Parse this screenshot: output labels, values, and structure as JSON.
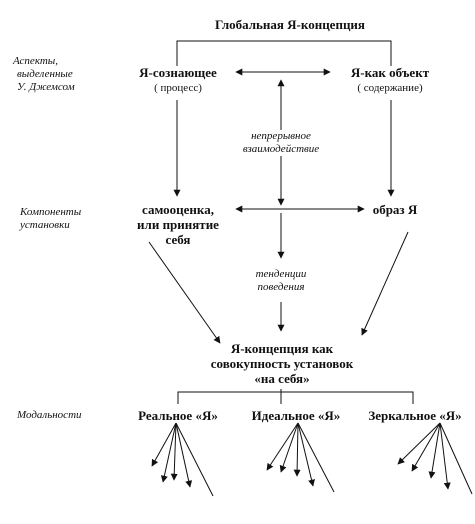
{
  "title": "Глобальная Я-концепция",
  "side_labels": {
    "aspects": [
      "Аспекты,",
      "выделенные",
      "У. Джемсом"
    ],
    "components": [
      "Компоненты",
      "установки"
    ],
    "modalities": "Модальности"
  },
  "nodes": {
    "self_knowing": "Я-сознающее",
    "self_knowing_sub": "( процесс)",
    "self_object": "Я-как объект",
    "self_object_sub": "( содержание)",
    "self_esteem": [
      "самооценка,",
      "или принятие",
      "себя"
    ],
    "self_image": "образ Я",
    "self_concept": [
      "Я-концепция как",
      "совокупность установок",
      "«на себя»"
    ]
  },
  "edge_labels": {
    "interaction": [
      "непрерывное",
      "взаимодействие"
    ],
    "tendencies": [
      "тенденции",
      "поведения"
    ]
  },
  "modalities": [
    "Реальное «Я»",
    "Идеальное «Я»",
    "Зеркальное «Я»"
  ],
  "colors": {
    "ink": "#111111",
    "background": "#ffffff"
  }
}
